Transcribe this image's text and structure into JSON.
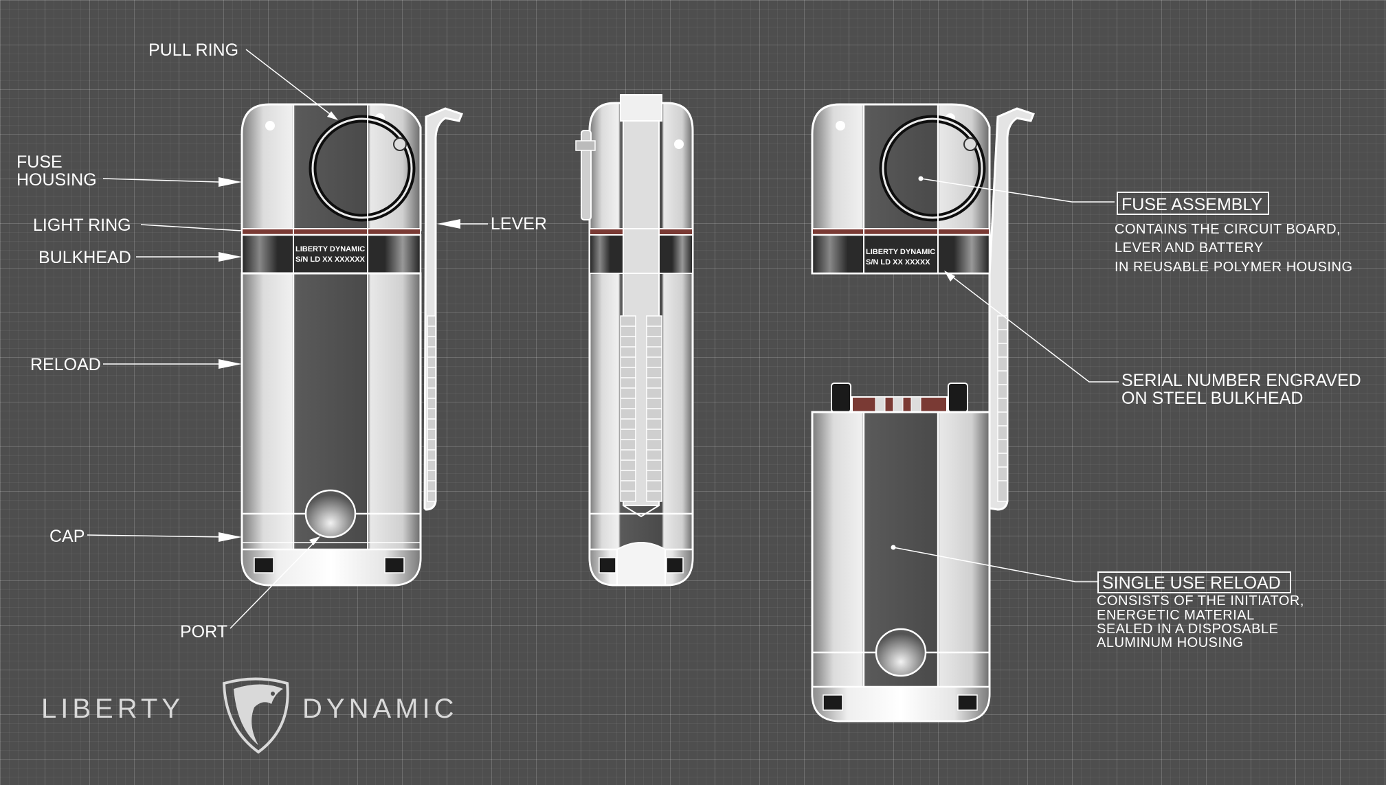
{
  "callouts_left": {
    "pull_ring": "PULL RING",
    "fuse_housing_1": "FUSE",
    "fuse_housing_2": "HOUSING",
    "light_ring": "LIGHT RING",
    "bulkhead": "BULKHEAD",
    "lever": "LEVER",
    "reload": "RELOAD",
    "cap": "CAP",
    "port": "PORT"
  },
  "engraving": {
    "line1": "LIBERTY DYNAMIC",
    "line2": "S/N LD XX XXXXXX",
    "line2_short": "S/N LD XX XXXXX"
  },
  "callouts_right": {
    "fuse_assembly": {
      "title": "FUSE ASSEMBLY",
      "lines": [
        "CONTAINS THE CIRCUIT BOARD,",
        "LEVER AND BATTERY",
        "IN REUSABLE POLYMER HOUSING"
      ]
    },
    "serial": {
      "lines": [
        "SERIAL NUMBER ENGRAVED",
        "ON STEEL BULKHEAD"
      ]
    },
    "reload": {
      "title": "SINGLE USE RELOAD",
      "lines": [
        "CONSISTS OF THE INITIATOR,",
        "ENERGETIC MATERIAL",
        "SEALED IN A DISPOSABLE",
        "ALUMINUM HOUSING"
      ]
    }
  },
  "brand": {
    "left": "LIBERTY",
    "right": "DYNAMIC",
    "emblem_icon": "eagle-shield-icon"
  },
  "colors": {
    "background": "#4e4e4e",
    "light_ring": "#7a3a34",
    "body_light": "#ececec",
    "body_dark": "#4a4a4a"
  }
}
